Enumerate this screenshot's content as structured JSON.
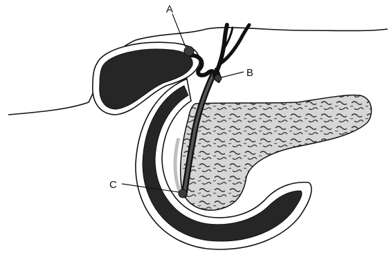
{
  "labels": {
    "a": "A",
    "b": "B",
    "c": "C"
  },
  "colors": {
    "ink": "#111111",
    "dark_fill": "#262626",
    "pancreas_fill": "#d4d4d4",
    "background": "#ffffff"
  }
}
